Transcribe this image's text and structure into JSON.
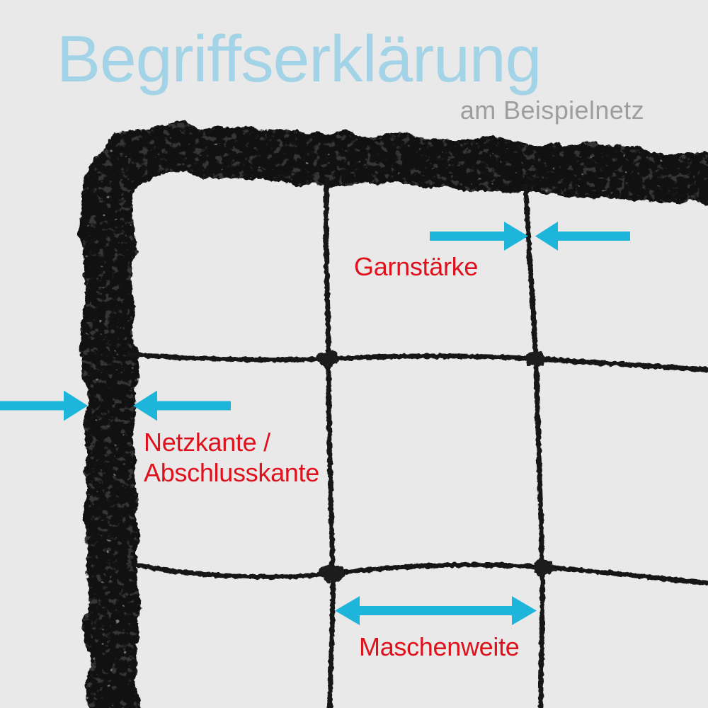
{
  "title": "Begriffserklärung",
  "subtitle": "am Beispielnetz",
  "labels": {
    "garnstaerke": "Garnstärke",
    "netzkante_line1": "Netzkante /",
    "netzkante_line2": "Abschlusskante",
    "maschenweite": "Maschenweite"
  },
  "colors": {
    "background": "#e9e9e9",
    "title": "#a2d3e6",
    "subtitle": "#9c9ea0",
    "label": "#de111c",
    "arrow": "#1eb5db",
    "net": "#1a1a1a"
  }
}
